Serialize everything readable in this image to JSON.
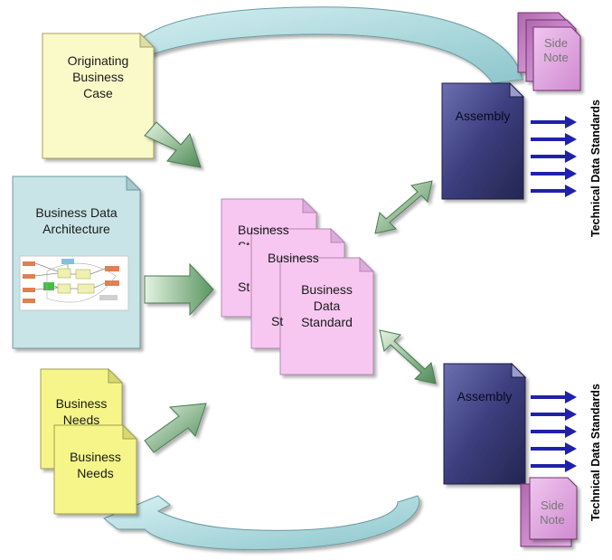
{
  "documents": {
    "originating_business_case": "Originating\nBusiness\nCase",
    "business_data_architecture": "Business Data\nArchitecture",
    "business_needs_back": "Business\nNeeds",
    "business_needs_front": "Business\nNeeds",
    "standard_back_1": "Business\nSt",
    "standard_back_2": "Business\nSt",
    "standard_front": "Business\nData\nStandard",
    "assembly_top": "Assembly",
    "assembly_bottom": "Assembly",
    "side_note_top": "Side\nNote",
    "side_note_bottom": "Side\nNote"
  },
  "labels": {
    "technical_data_standards_top": "Technical Data Standards",
    "technical_data_standards_bottom": "Technical Data Standards"
  },
  "colors": {
    "pale_yellow": "#fafac8",
    "yellow": "#f5f58a",
    "light_teal": "#c8e4e6",
    "pink": "#f7c7f2",
    "assembly": "#3a3c78",
    "side_note": "#d991d6",
    "arrow_blue": "#1f22a8",
    "green_arrow": "#6a9e6e",
    "curved_arrow": "#a9dbe0"
  }
}
